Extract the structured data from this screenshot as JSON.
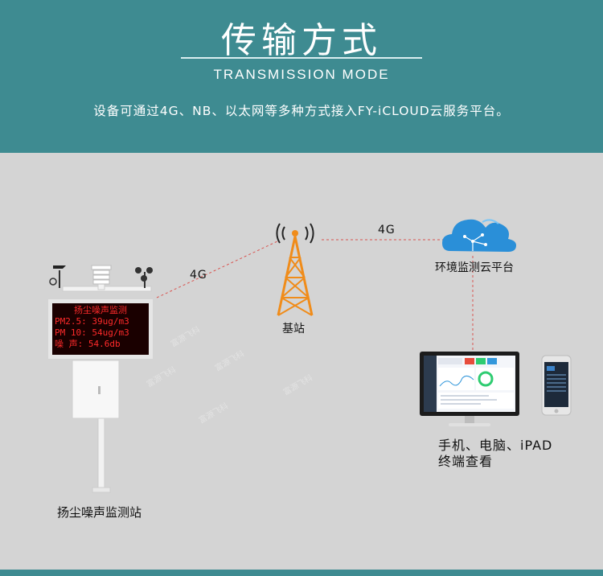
{
  "header": {
    "title": "传输方式",
    "subtitle": "TRANSMISSION MODE",
    "description": "设备可通过4G、NB、以太网等多种方式接入FY-iCLOUD云服务平台。"
  },
  "nodes": {
    "station_label": "扬尘噪声监测站",
    "base_station_label": "基站",
    "cloud_label": "环境监测云平台",
    "terminal_label_line1": "手机、电脑、iPAD",
    "terminal_label_line2": "终端查看"
  },
  "links": {
    "station_to_base": "4G",
    "base_to_cloud": "4G"
  },
  "led_display": {
    "title": "扬尘噪声监测",
    "line1": "PM2.5: 39ug/m3",
    "line2": "PM 10: 54ug/m3",
    "line3": "噪 声: 54.6db"
  },
  "watermark": "富源飞科",
  "colors": {
    "header_bg": "#3e8b91",
    "body_bg": "#d4d4d4",
    "tower": "#f08c1a",
    "dashed_link": "#d9534f",
    "cloud": "#2a8fd8",
    "led_text": "#ff2a2a"
  }
}
